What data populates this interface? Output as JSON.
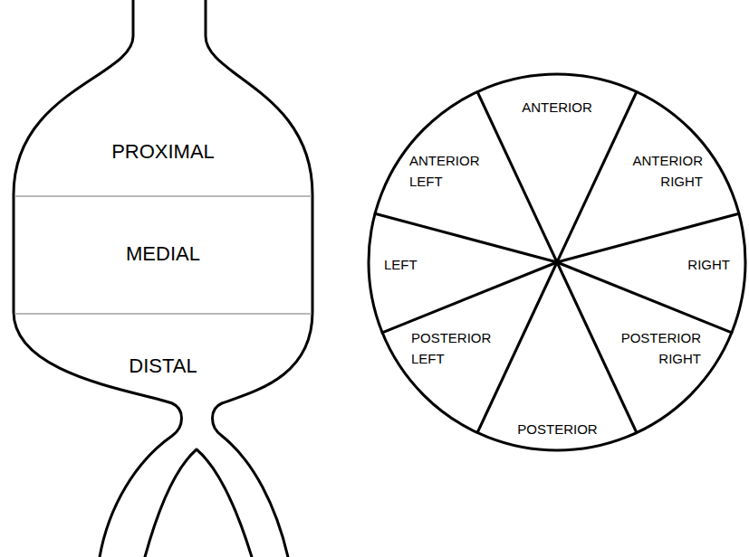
{
  "diagram": {
    "nodes": [
      {
        "text": [
          "PROXIMAL"
        ]
      },
      {
        "text": [
          "MEDIAL"
        ]
      },
      {
        "text": [
          "DISTAL"
        ]
      },
      {
        "text": [
          "ANTERIOR"
        ]
      },
      {
        "text": [
          "ANTERIOR LEFT"
        ]
      },
      {
        "text": [
          "ANTERIOR RIGHT"
        ]
      },
      {
        "text": [
          "LEFT"
        ]
      },
      {
        "text": [
          "RIGHT"
        ]
      },
      {
        "text": [
          "POSTERIOR LEFT"
        ]
      },
      {
        "text": [
          "POSTERIOR RIGHT"
        ]
      },
      {
        "text": [
          "POSTERIOR"
        ]
      }
    ]
  }
}
